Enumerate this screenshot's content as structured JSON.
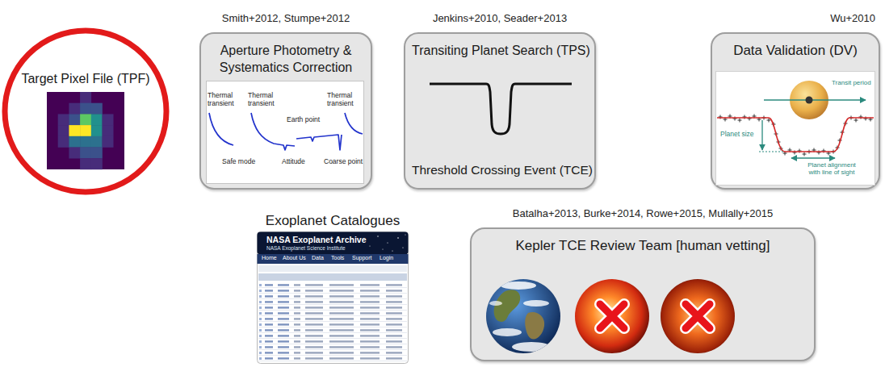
{
  "diagram": {
    "nodes": [
      {
        "text": [
          "Target Pixel File (TPF)"
        ]
      },
      {
        "text": [
          "Smith+2012, Stumpe+2012",
          "Aperture Photometry & Systematics Correction"
        ]
      },
      {
        "text": [
          "Jenkins+2010, Seader+2013",
          "Transiting Planet Search (TPS)",
          "Threshold Crossing Event (TCE)"
        ]
      },
      {
        "text": [
          "Wu+2010",
          "Data Validation (DV)"
        ]
      },
      {
        "text": [
          "Batalha+2013, Burke+2014, Rowe+2015, Mullally+2015",
          "Kepler TCE Review Team [human vetting]"
        ]
      },
      {
        "text": [
          "Exoplanet Catalogues"
        ]
      }
    ],
    "edges": [
      {
        "from": 0,
        "to": 1,
        "arrow": "to"
      },
      {
        "from": 1,
        "to": 2,
        "arrow": "to"
      },
      {
        "from": 2,
        "to": 3,
        "arrow": "to"
      },
      {
        "from": 3,
        "to": 2,
        "arrow": "to"
      },
      {
        "from": 3,
        "to": 4,
        "arrow": "to"
      },
      {
        "from": 4,
        "to": 5,
        "arrow": "to"
      }
    ],
    "labels": [
      "Thermal transient",
      "Thermal transient",
      "Thermal transient",
      "Safe mode",
      "Attitude",
      "Earth point",
      "Coarse point",
      "Transit period",
      "Planet size",
      "Planet alignment with line of sight",
      "NASA Exoplanet Archive",
      "NASA Exoplanet Science Institute",
      "Home",
      "About Us",
      "Data",
      "Tools",
      "Support",
      "Login"
    ]
  }
}
